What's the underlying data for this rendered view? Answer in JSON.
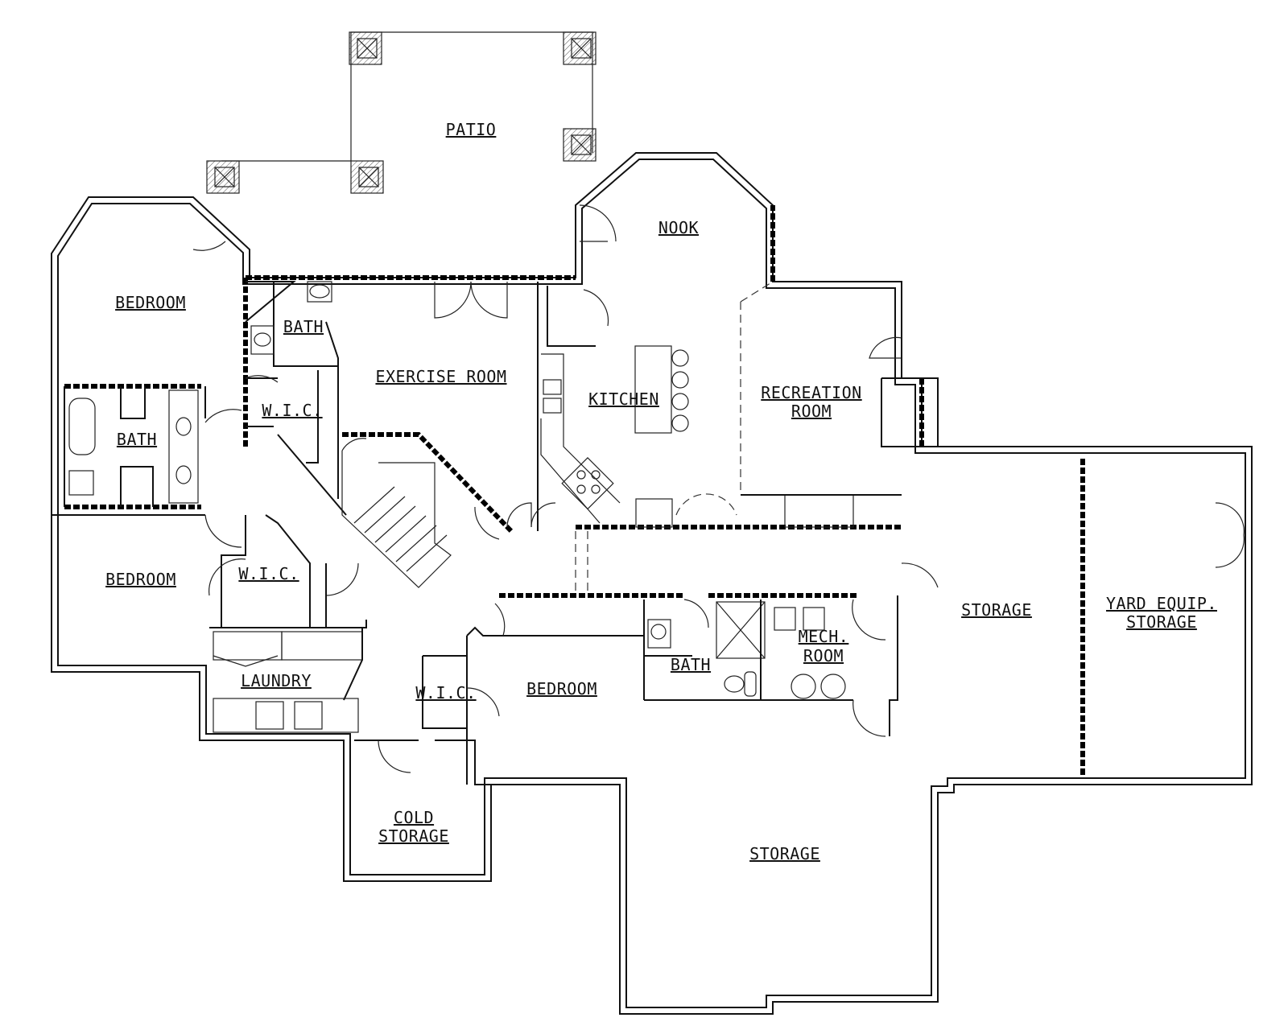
{
  "rooms": {
    "patio": "PATIO",
    "nook": "NOOK",
    "bedroom_nw": "BEDROOM",
    "bath_top": "BATH",
    "exercise_room": "EXERCISE ROOM",
    "kitchen": "KITCHEN",
    "recreation_line1": "RECREATION",
    "recreation_line2": "ROOM",
    "wic_top": "W.I.C.",
    "bath_left": "BATH",
    "bedroom_w": "BEDROOM",
    "wic_mid": "W.I.C.",
    "laundry": "LAUNDRY",
    "wic_low": "W.I.C.",
    "bedroom_s": "BEDROOM",
    "bath_s": "BATH",
    "mech_line1": "MECH.",
    "mech_line2": "ROOM",
    "storage_e": "STORAGE",
    "yard_line1": "YARD EQUIP.",
    "yard_line2": "STORAGE",
    "cold_line1": "COLD",
    "cold_line2": "STORAGE",
    "storage_s": "STORAGE"
  }
}
